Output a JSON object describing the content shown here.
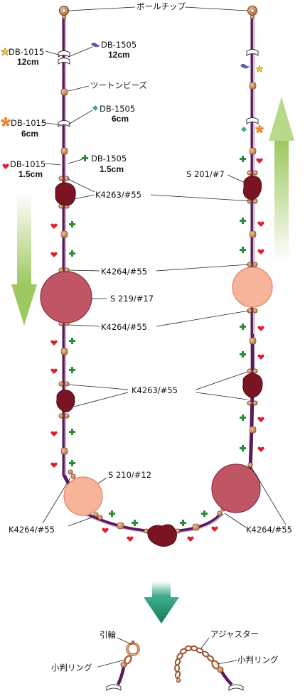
{
  "labels": {
    "ball_tip": "ボールチップ",
    "two_tone_beads": "ツートンビーズ",
    "db1015_12": "DB-1015",
    "db1015_12_len": "12cm",
    "db1505_12": "DB-1505",
    "db1505_12_len": "12cm",
    "db1015_6": "DB-1015",
    "db1015_6_len": "6cm",
    "db1505_6": "DB-1505",
    "db1505_6_len": "6cm",
    "db1015_15": "DB-1015",
    "db1015_15_len": "1.5cm",
    "db1505_15": "DB-1505",
    "db1505_15_len": "1.5cm",
    "s201": "S 201/#7",
    "k4263_a": "K4263/#55",
    "k4264_a": "K4264/#55",
    "s219": "S 219/#17",
    "k4264_b": "K4264/#55",
    "k4263_b": "K4263/#55",
    "s210": "S 210/#12",
    "k4264_left": "K4264/#55",
    "k4264_right": "K4264/#55",
    "pull_ring": "引輪",
    "adjuster": "アジャスター",
    "oval_ring_left": "小判リング",
    "oval_ring_right": "小判リング"
  },
  "icons": {
    "star": "star-icon",
    "flower": "flower-icon",
    "heart": "heart-icon",
    "bird": "bird-icon",
    "diamond": "diamond-icon",
    "cross": "cross-icon"
  },
  "colors": {
    "cord": "#5a1a5e",
    "cord_light": "#d9a9d3",
    "bead_gold": "#c8865a",
    "dark_bead": "#7a1422",
    "big_bead": "#c05566",
    "light_bead": "#f7b49a",
    "heart": "#dd1f2d",
    "cross": "#2a8a3c",
    "arrow_green": "#a6cd6c",
    "arrow_teal": "#2a9a7a"
  }
}
